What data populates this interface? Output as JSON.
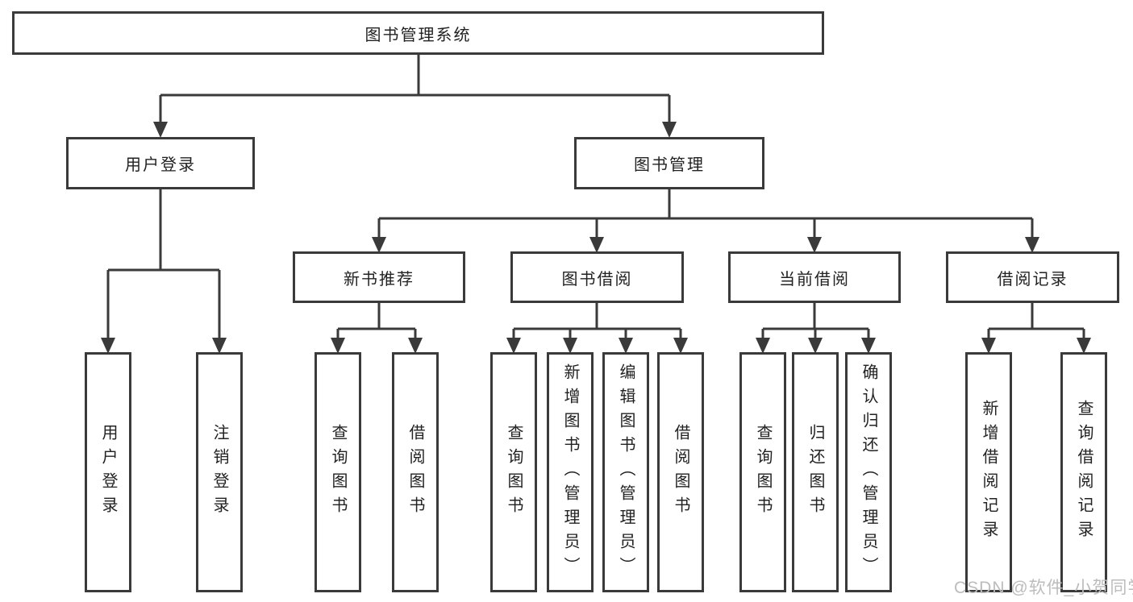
{
  "watermark": "CSDN @软件_小贺同学",
  "colors": {
    "line": "#3a3a3a",
    "box_border": "#3a3a3a",
    "text": "#222222",
    "watermark": "#bcbcbc",
    "background": "#ffffff"
  },
  "tree": {
    "root": {
      "label": "图书管理系统"
    },
    "branches": [
      {
        "label": "用户登录",
        "children": [
          {
            "label": "用户登录"
          },
          {
            "label": "注销登录"
          }
        ]
      },
      {
        "label": "图书管理",
        "children": [
          {
            "label": "新书推荐",
            "children": [
              {
                "label": "查询图书"
              },
              {
                "label": "借阅图书"
              }
            ]
          },
          {
            "label": "图书借阅",
            "children": [
              {
                "label": "查询图书"
              },
              {
                "label": "新增图书（管理员）"
              },
              {
                "label": "编辑图书（管理员）"
              },
              {
                "label": "借阅图书"
              }
            ]
          },
          {
            "label": "当前借阅",
            "children": [
              {
                "label": "查询图书"
              },
              {
                "label": "归还图书"
              },
              {
                "label": "确认归还（管理员）"
              }
            ]
          },
          {
            "label": "借阅记录",
            "children": [
              {
                "label": "新增借阅记录"
              },
              {
                "label": "查询借阅记录"
              }
            ]
          }
        ]
      }
    ]
  }
}
